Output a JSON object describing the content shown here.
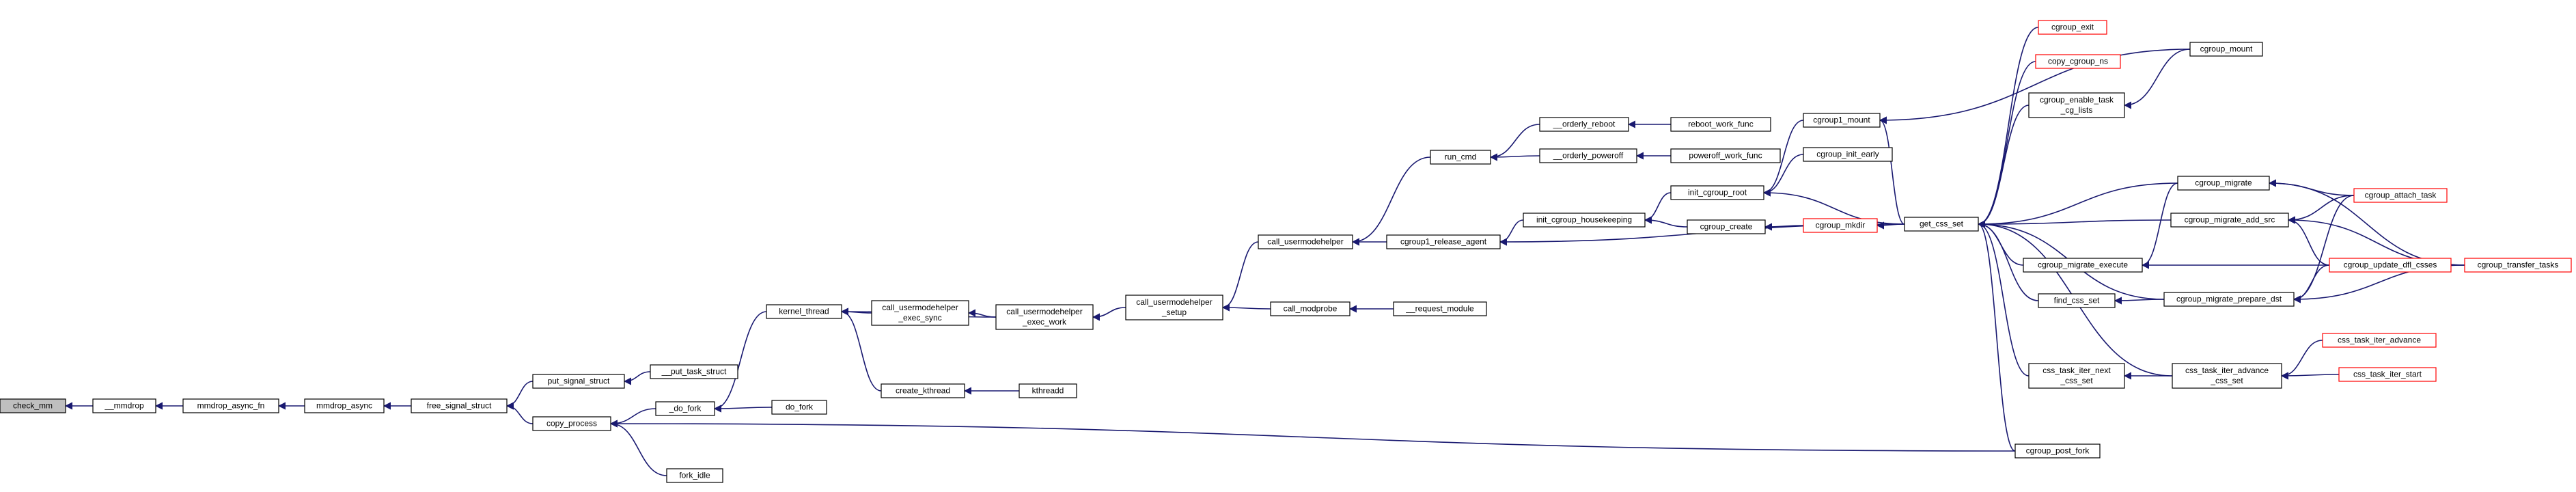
{
  "nodes": [
    {
      "id": "check_mm",
      "lines": [
        "check_mm"
      ],
      "root": true
    },
    {
      "id": "__mmdrop",
      "lines": [
        "__mmdrop"
      ]
    },
    {
      "id": "mmdrop_async_fn",
      "lines": [
        "mmdrop_async_fn"
      ]
    },
    {
      "id": "mmdrop_async",
      "lines": [
        "mmdrop_async"
      ]
    },
    {
      "id": "free_signal_struct",
      "lines": [
        "free_signal_struct"
      ]
    },
    {
      "id": "put_signal_struct",
      "lines": [
        "put_signal_struct"
      ]
    },
    {
      "id": "__put_task_struct",
      "lines": [
        "__put_task_struct"
      ]
    },
    {
      "id": "copy_process",
      "lines": [
        "copy_process"
      ]
    },
    {
      "id": "_do_fork",
      "lines": [
        "_do_fork"
      ]
    },
    {
      "id": "fork_idle",
      "lines": [
        "fork_idle"
      ]
    },
    {
      "id": "kernel_thread",
      "lines": [
        "kernel_thread"
      ]
    },
    {
      "id": "do_fork",
      "lines": [
        "do_fork"
      ]
    },
    {
      "id": "call_usermodehelper_exec_sync",
      "lines": [
        "call_usermodehelper",
        "_exec_sync"
      ]
    },
    {
      "id": "create_kthread",
      "lines": [
        "create_kthread"
      ]
    },
    {
      "id": "call_usermodehelper_exec_work",
      "lines": [
        "call_usermodehelper",
        "_exec_work"
      ]
    },
    {
      "id": "kthreadd",
      "lines": [
        "kthreadd"
      ]
    },
    {
      "id": "call_usermodehelper_setup",
      "lines": [
        "call_usermodehelper",
        "_setup"
      ]
    },
    {
      "id": "call_usermodehelper",
      "lines": [
        "call_usermodehelper"
      ]
    },
    {
      "id": "call_modprobe",
      "lines": [
        "call_modprobe"
      ]
    },
    {
      "id": "run_cmd",
      "lines": [
        "run_cmd"
      ]
    },
    {
      "id": "cgroup1_release_agent",
      "lines": [
        "cgroup1_release_agent"
      ]
    },
    {
      "id": "__request_module",
      "lines": [
        "__request_module"
      ]
    },
    {
      "id": "__orderly_reboot",
      "lines": [
        "__orderly_reboot"
      ]
    },
    {
      "id": "__orderly_poweroff",
      "lines": [
        "__orderly_poweroff"
      ]
    },
    {
      "id": "init_cgroup_housekeeping",
      "lines": [
        "init_cgroup_housekeeping"
      ]
    },
    {
      "id": "reboot_work_func",
      "lines": [
        "reboot_work_func"
      ]
    },
    {
      "id": "poweroff_work_func",
      "lines": [
        "poweroff_work_func"
      ]
    },
    {
      "id": "init_cgroup_root",
      "lines": [
        "init_cgroup_root"
      ]
    },
    {
      "id": "cgroup_create",
      "lines": [
        "cgroup_create"
      ]
    },
    {
      "id": "cgroup1_mount",
      "lines": [
        "cgroup1_mount"
      ]
    },
    {
      "id": "cgroup_init_early",
      "lines": [
        "cgroup_init_early"
      ]
    },
    {
      "id": "cgroup_mkdir",
      "lines": [
        "cgroup_mkdir"
      ],
      "red": true
    },
    {
      "id": "get_css_set",
      "lines": [
        "get_css_set"
      ]
    },
    {
      "id": "cgroup_exit",
      "lines": [
        "cgroup_exit"
      ],
      "red": true
    },
    {
      "id": "copy_cgroup_ns",
      "lines": [
        "copy_cgroup_ns"
      ],
      "red": true
    },
    {
      "id": "cgroup_enable_task_cg_lists",
      "lines": [
        "cgroup_enable_task",
        "_cg_lists"
      ]
    },
    {
      "id": "cgroup_migrate_execute",
      "lines": [
        "cgroup_migrate_execute"
      ]
    },
    {
      "id": "find_css_set",
      "lines": [
        "find_css_set"
      ]
    },
    {
      "id": "css_task_iter_next_css_set",
      "lines": [
        "css_task_iter_next",
        "_css_set"
      ]
    },
    {
      "id": "cgroup_post_fork",
      "lines": [
        "cgroup_post_fork"
      ]
    },
    {
      "id": "cgroup_mount",
      "lines": [
        "cgroup_mount"
      ]
    },
    {
      "id": "cgroup_migrate",
      "lines": [
        "cgroup_migrate"
      ]
    },
    {
      "id": "cgroup_migrate_add_src",
      "lines": [
        "cgroup_migrate_add_src"
      ]
    },
    {
      "id": "cgroup_migrate_prepare_dst",
      "lines": [
        "cgroup_migrate_prepare_dst"
      ]
    },
    {
      "id": "css_task_iter_advance_css_set",
      "lines": [
        "css_task_iter_advance",
        "_css_set"
      ]
    },
    {
      "id": "cgroup_attach_task",
      "lines": [
        "cgroup_attach_task"
      ],
      "red": true
    },
    {
      "id": "cgroup_update_dfl_csses",
      "lines": [
        "cgroup_update_dfl_csses"
      ],
      "red": true
    },
    {
      "id": "css_task_iter_advance",
      "lines": [
        "css_task_iter_advance"
      ],
      "red": true
    },
    {
      "id": "css_task_iter_start",
      "lines": [
        "css_task_iter_start"
      ],
      "red": true
    },
    {
      "id": "cgroup_transfer_tasks",
      "lines": [
        "cgroup_transfer_tasks"
      ],
      "red": true
    }
  ],
  "edges": [
    [
      "__mmdrop",
      "check_mm"
    ],
    [
      "mmdrop_async_fn",
      "__mmdrop"
    ],
    [
      "mmdrop_async",
      "mmdrop_async_fn"
    ],
    [
      "free_signal_struct",
      "mmdrop_async"
    ],
    [
      "put_signal_struct",
      "free_signal_struct"
    ],
    [
      "copy_process",
      "free_signal_struct"
    ],
    [
      "__put_task_struct",
      "put_signal_struct"
    ],
    [
      "_do_fork",
      "copy_process"
    ],
    [
      "fork_idle",
      "copy_process"
    ],
    [
      "kernel_thread",
      "_do_fork"
    ],
    [
      "do_fork",
      "_do_fork"
    ],
    [
      "call_usermodehelper_exec_sync",
      "kernel_thread"
    ],
    [
      "call_usermodehelper_exec_work",
      "kernel_thread"
    ],
    [
      "create_kthread",
      "kernel_thread"
    ],
    [
      "call_usermodehelper_exec_work",
      "call_usermodehelper_exec_sync"
    ],
    [
      "kthreadd",
      "create_kthread"
    ],
    [
      "call_usermodehelper_setup",
      "call_usermodehelper_exec_work"
    ],
    [
      "call_usermodehelper",
      "call_usermodehelper_setup"
    ],
    [
      "call_modprobe",
      "call_usermodehelper_setup"
    ],
    [
      "run_cmd",
      "call_usermodehelper"
    ],
    [
      "cgroup1_release_agent",
      "call_usermodehelper"
    ],
    [
      "__request_module",
      "call_modprobe"
    ],
    [
      "__orderly_reboot",
      "run_cmd"
    ],
    [
      "__orderly_poweroff",
      "run_cmd"
    ],
    [
      "reboot_work_func",
      "__orderly_reboot"
    ],
    [
      "poweroff_work_func",
      "__orderly_poweroff"
    ],
    [
      "init_cgroup_housekeeping",
      "cgroup1_release_agent"
    ],
    [
      "get_css_set",
      "cgroup1_release_agent"
    ],
    [
      "init_cgroup_root",
      "init_cgroup_housekeeping"
    ],
    [
      "cgroup_create",
      "init_cgroup_housekeeping"
    ],
    [
      "cgroup1_mount",
      "init_cgroup_root"
    ],
    [
      "cgroup_init_early",
      "init_cgroup_root"
    ],
    [
      "cgroup_mkdir",
      "cgroup_create"
    ],
    [
      "get_css_set",
      "init_cgroup_root"
    ],
    [
      "get_css_set",
      "cgroup1_mount"
    ],
    [
      "get_css_set",
      "cgroup_mkdir"
    ],
    [
      "cgroup_mount",
      "cgroup1_mount"
    ],
    [
      "cgroup_exit",
      "get_css_set"
    ],
    [
      "copy_cgroup_ns",
      "get_css_set"
    ],
    [
      "cgroup_enable_task_cg_lists",
      "get_css_set"
    ],
    [
      "cgroup_migrate",
      "get_css_set"
    ],
    [
      "cgroup_migrate_add_src",
      "get_css_set"
    ],
    [
      "cgroup_migrate_execute",
      "get_css_set"
    ],
    [
      "find_css_set",
      "get_css_set"
    ],
    [
      "cgroup_migrate_prepare_dst",
      "get_css_set"
    ],
    [
      "css_task_iter_next_css_set",
      "get_css_set"
    ],
    [
      "css_task_iter_advance_css_set",
      "get_css_set"
    ],
    [
      "cgroup_post_fork",
      "get_css_set"
    ],
    [
      "cgroup_post_fork",
      "copy_process"
    ],
    [
      "cgroup_mount",
      "cgroup_enable_task_cg_lists"
    ],
    [
      "cgroup_migrate",
      "cgroup_migrate_execute"
    ],
    [
      "cgroup_update_dfl_csses",
      "cgroup_migrate_execute"
    ],
    [
      "cgroup_migrate_prepare_dst",
      "find_css_set"
    ],
    [
      "css_task_iter_advance_css_set",
      "css_task_iter_next_css_set"
    ],
    [
      "cgroup_attach_task",
      "cgroup_migrate"
    ],
    [
      "cgroup_transfer_tasks",
      "cgroup_migrate"
    ],
    [
      "cgroup_attach_task",
      "cgroup_migrate_add_src"
    ],
    [
      "cgroup_update_dfl_csses",
      "cgroup_migrate_add_src"
    ],
    [
      "cgroup_transfer_tasks",
      "cgroup_migrate_add_src"
    ],
    [
      "cgroup_attach_task",
      "cgroup_migrate_prepare_dst"
    ],
    [
      "cgroup_update_dfl_csses",
      "cgroup_migrate_prepare_dst"
    ],
    [
      "cgroup_transfer_tasks",
      "cgroup_migrate_prepare_dst"
    ],
    [
      "css_task_iter_advance",
      "css_task_iter_advance_css_set"
    ],
    [
      "css_task_iter_start",
      "css_task_iter_advance_css_set"
    ]
  ]
}
